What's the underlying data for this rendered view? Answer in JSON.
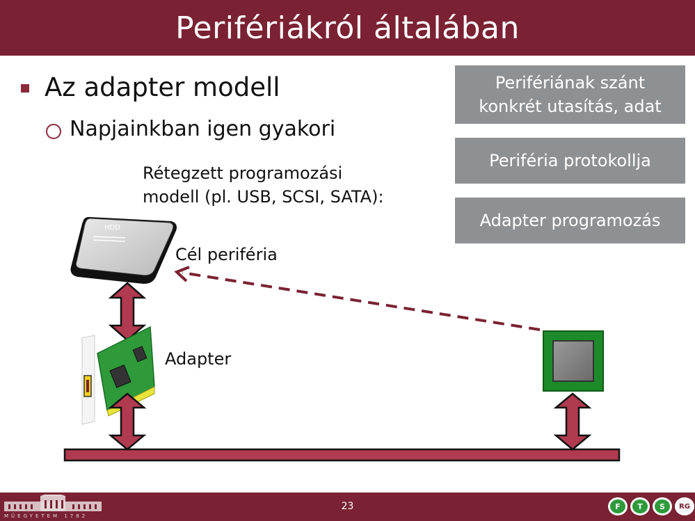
{
  "title": "Perifériákról általában",
  "bullets": {
    "level1": "Az adapter modell",
    "level2": "Napjainkban igen gyakori"
  },
  "description": {
    "line1": "Rétegzett programozási",
    "line2": "modell (pl. USB, SCSI, SATA):"
  },
  "layer_boxes": {
    "box1_line1": "Perifériának szánt",
    "box1_line2": "konkrét utasítás, adat",
    "box2": "Periféria protokollja",
    "box3": "Adapter programozás"
  },
  "diagram": {
    "hdd_label": "HDD",
    "target_label": "Cél periféria",
    "adapter_label": "Adapter",
    "colors": {
      "arrow_fill": "#b03a4f",
      "bus_fill": "#b03a4f",
      "dashed_arrow": "#7a2233",
      "chip_outer": "#1d8a2a",
      "card_green": "#2e9a3a"
    }
  },
  "footer": {
    "page_number": "23",
    "university_text": "MŰEGYETEM 1782",
    "dept_logos": [
      "F",
      "T",
      "S",
      "RG"
    ]
  },
  "colors": {
    "title_bar": "#7a2233",
    "box_gray": "#8e9194"
  }
}
